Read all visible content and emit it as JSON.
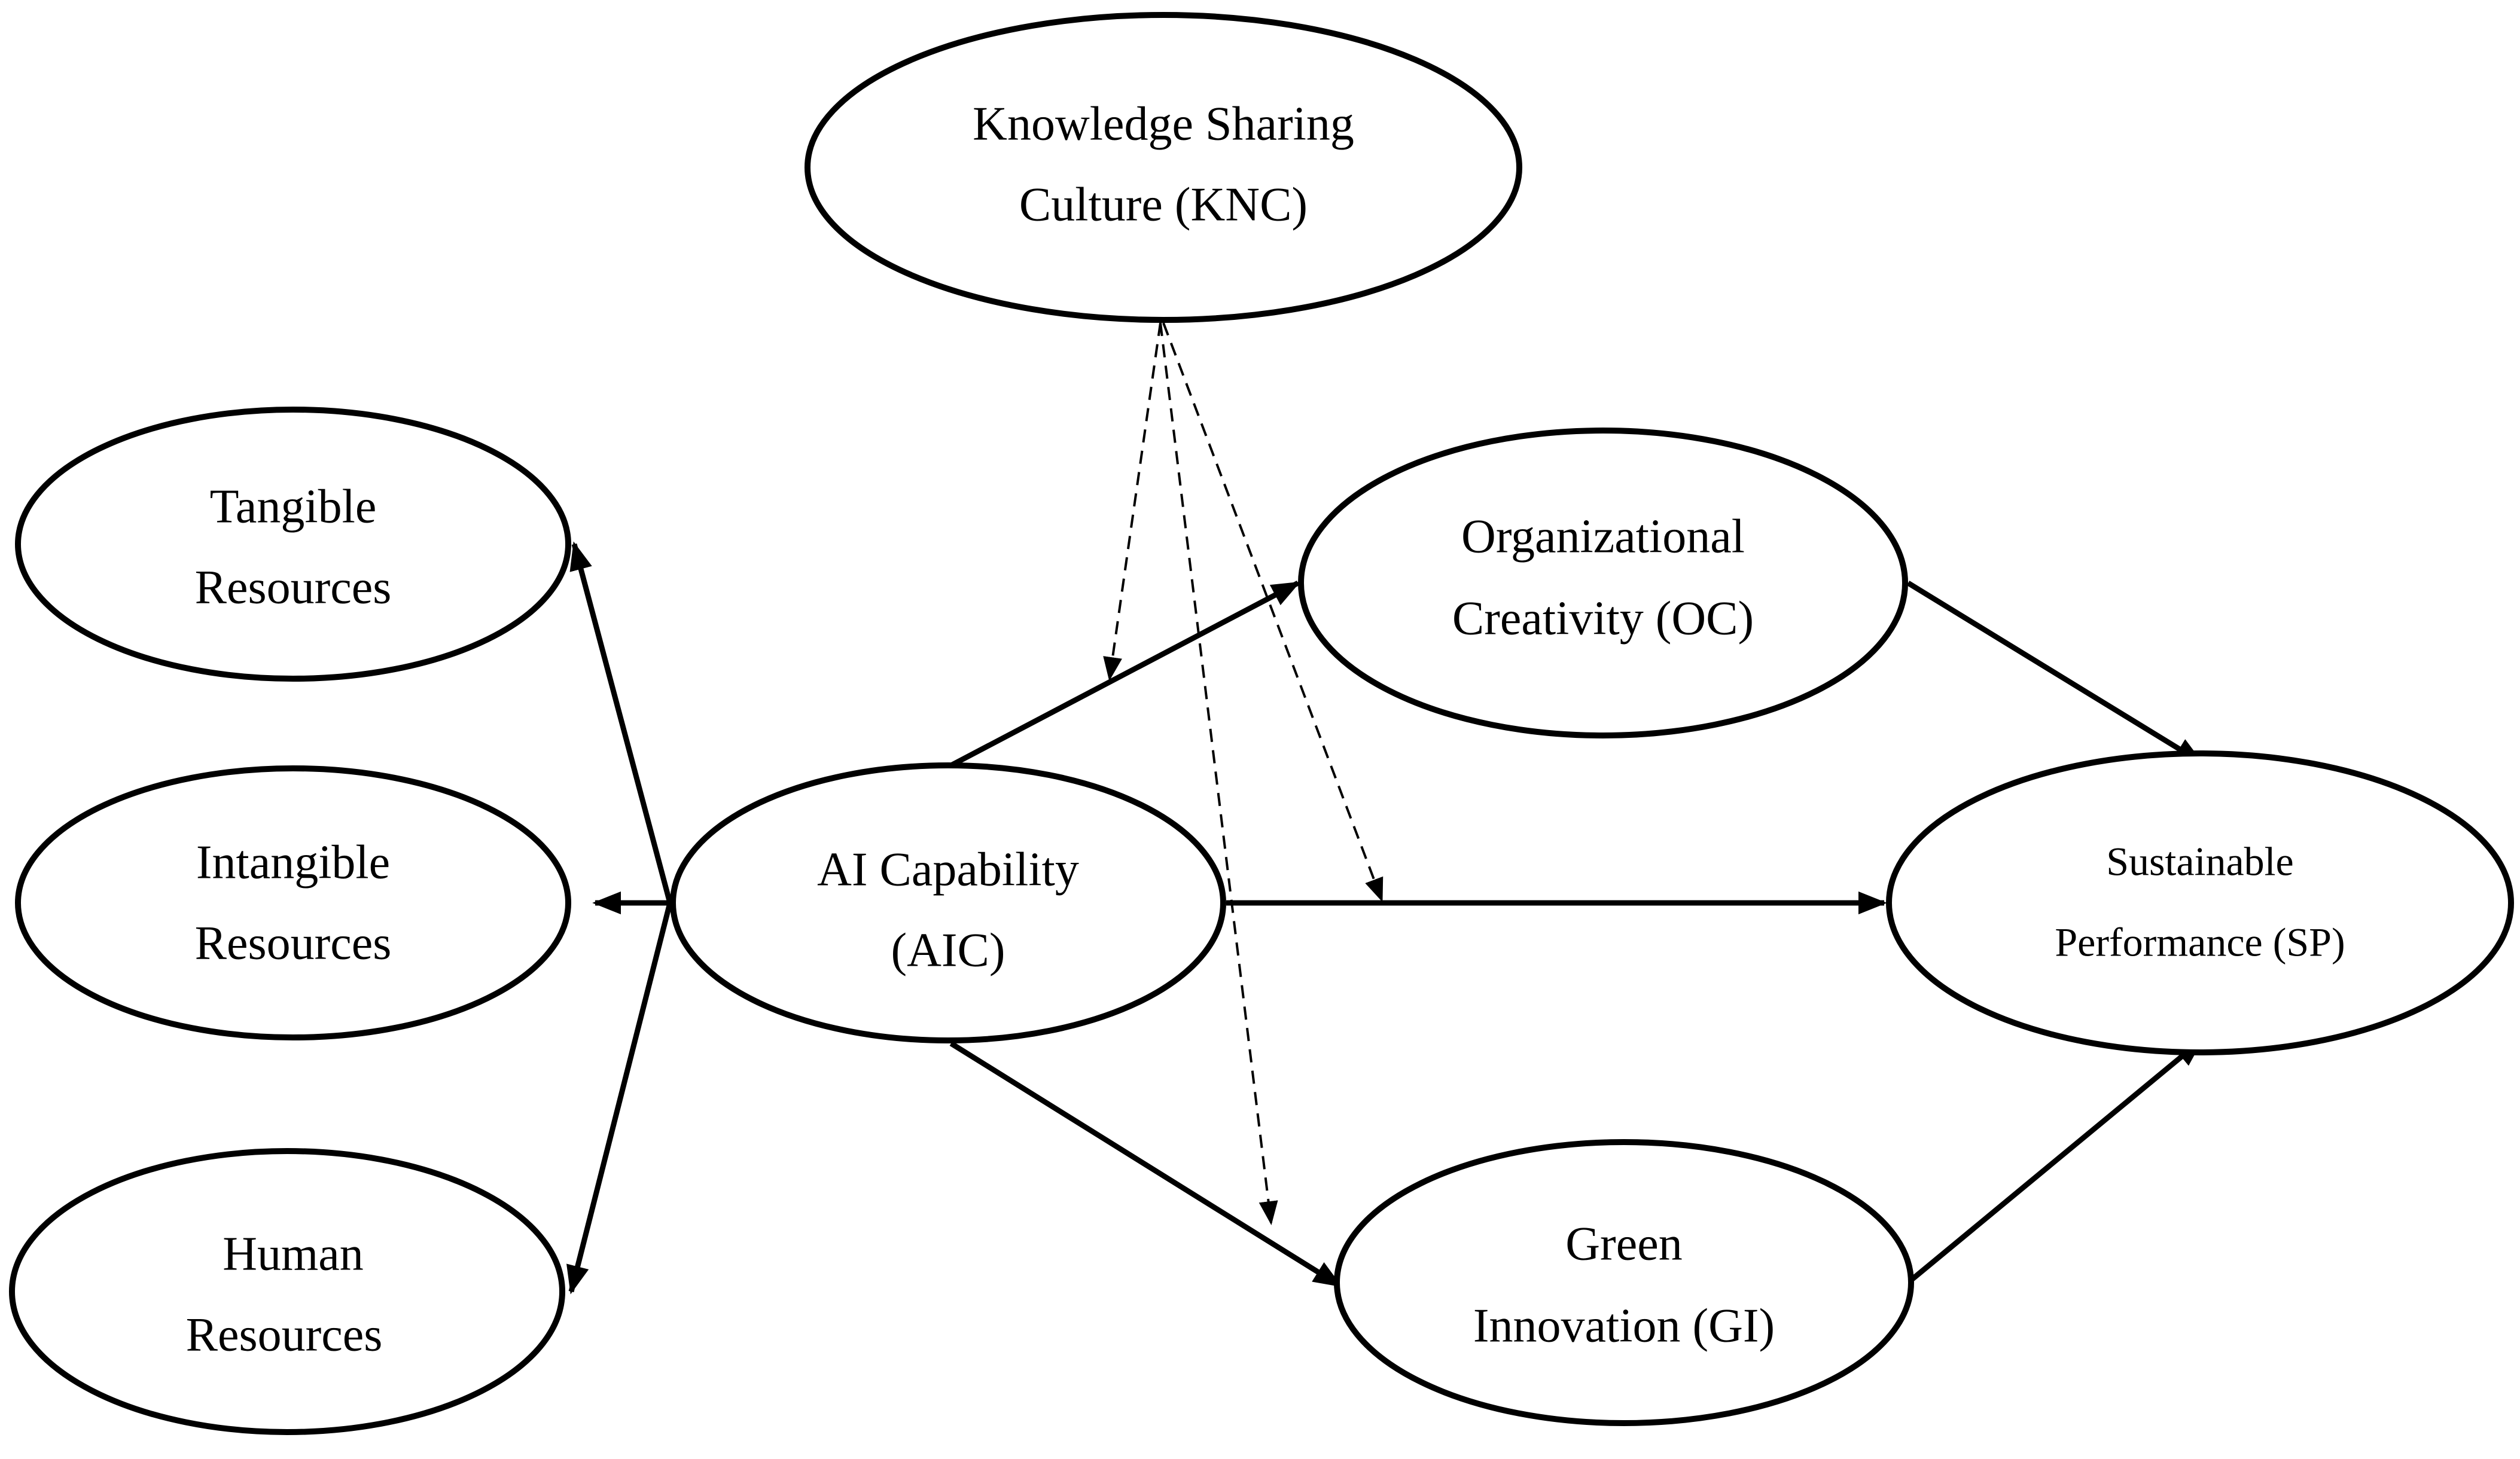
{
  "colors": {
    "ink": "#000000",
    "background": "#ffffff"
  },
  "nodes": {
    "knc": {
      "line1": "Knowledge Sharing",
      "line2": "Culture (KNC)"
    },
    "tangible": {
      "line1": "Tangible",
      "line2": "Resources"
    },
    "intangible": {
      "line1": "Intangible",
      "line2": "Resources"
    },
    "human": {
      "line1": "Human",
      "line2": "Resources"
    },
    "aic": {
      "line1": "AI Capability",
      "line2": "(AIC)"
    },
    "oc": {
      "line1": "Organizational",
      "line2": "Creativity (OC)"
    },
    "sp": {
      "line1": "Sustainable",
      "line2": "Performance (SP)"
    },
    "gi": {
      "line1": "Green",
      "line2": "Innovation (GI)"
    }
  },
  "edges": [
    {
      "from": "aic",
      "to": "tangible",
      "style": "solid"
    },
    {
      "from": "aic",
      "to": "intangible",
      "style": "solid"
    },
    {
      "from": "aic",
      "to": "human",
      "style": "solid"
    },
    {
      "from": "aic",
      "to": "oc",
      "style": "solid"
    },
    {
      "from": "aic",
      "to": "sp",
      "style": "solid"
    },
    {
      "from": "aic",
      "to": "gi",
      "style": "solid"
    },
    {
      "from": "oc",
      "to": "sp",
      "style": "solid"
    },
    {
      "from": "gi",
      "to": "sp",
      "style": "solid"
    },
    {
      "from": "knc",
      "to": "aic-oc path",
      "style": "dashed"
    },
    {
      "from": "knc",
      "to": "aic-sp path",
      "style": "dashed"
    },
    {
      "from": "knc",
      "to": "aic-gi path",
      "style": "dashed"
    }
  ]
}
